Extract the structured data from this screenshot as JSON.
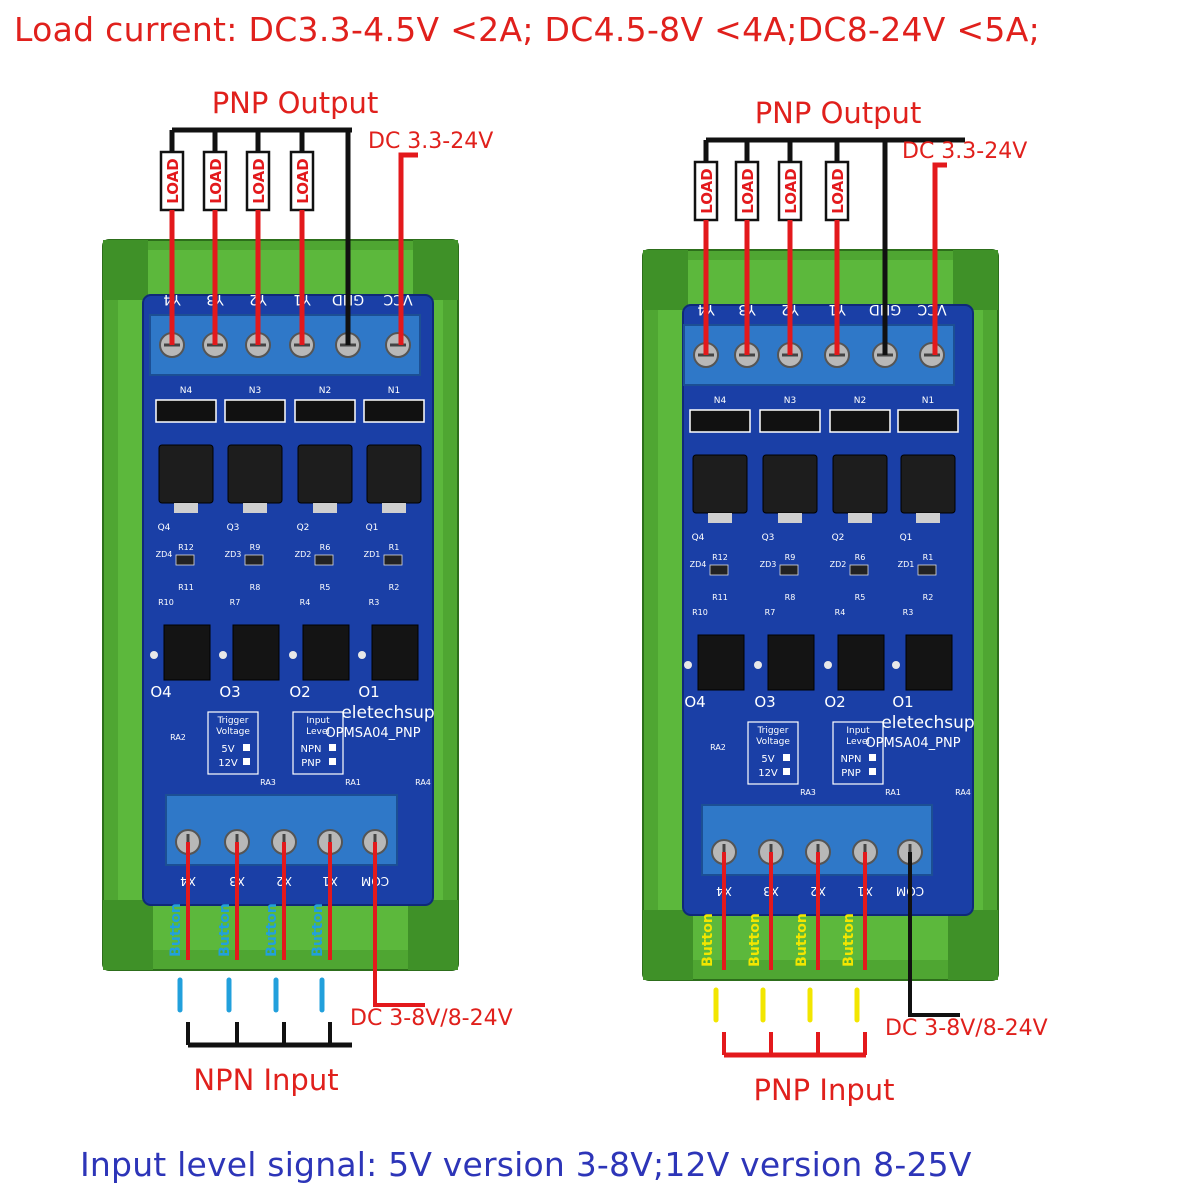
{
  "banners": {
    "load_current": "Load current: DC3.3-4.5V <2A; DC4.5-8V <4A;DC8-24V <5A;",
    "input_level": "Input level signal: 5V version 3-8V;12V version 8-25V"
  },
  "colors": {
    "red_wire": "#e3191c",
    "black_wire": "#111111",
    "blue_wire": "#22a0dc",
    "yellow_wire": "#f2e600",
    "enclosure_green": "#4fa632",
    "pcb_blue": "#1a3fa6",
    "terminal_blue": "#2f78c8",
    "label_red": "#e0201c",
    "label_blue": "#2d35b8"
  },
  "panels": [
    {
      "id": "npn",
      "output_title": "PNP Output",
      "supply_label": "DC 3.3-24V",
      "load_labels": [
        "LOAD",
        "LOAD",
        "LOAD",
        "LOAD"
      ],
      "top_terminals": [
        "Y4",
        "Y3",
        "Y2",
        "Y1",
        "GND",
        "VCC"
      ],
      "mosfet_silk": [
        "N4",
        "N3",
        "N2",
        "N1"
      ],
      "transistor_silk": [
        "Q4",
        "Q3",
        "Q2",
        "Q1"
      ],
      "diode_silk": [
        "ZD4",
        "ZD3",
        "ZD2",
        "ZD1"
      ],
      "resistor_silk": [
        "R12",
        "R9",
        "R6",
        "R1",
        "R11",
        "R8",
        "R5",
        "R2",
        "R10",
        "R7",
        "R4",
        "R3"
      ],
      "opto_silk": [
        "O4",
        "O3",
        "O2",
        "O1"
      ],
      "brand": "eletechsup",
      "model": "OPMSA04_PNP",
      "trigger_box": {
        "title": "Trigger Voltage",
        "options": [
          "5V",
          "12V"
        ]
      },
      "input_box": {
        "title": "Input Level",
        "options": [
          "NPN",
          "PNP"
        ]
      },
      "array_silk": [
        "RA2",
        "RA3",
        "RA1",
        "RA4"
      ],
      "bottom_terminals": [
        "X4",
        "X3",
        "X2",
        "X1",
        "COM"
      ],
      "button_labels": [
        "Button",
        "Button",
        "Button",
        "Button"
      ],
      "button_color": "blue",
      "input_supply_label": "DC 3-8V/8-24V",
      "input_title": "NPN Input"
    },
    {
      "id": "pnp",
      "output_title": "PNP Output",
      "supply_label": "DC 3.3-24V",
      "load_labels": [
        "LOAD",
        "LOAD",
        "LOAD",
        "LOAD"
      ],
      "top_terminals": [
        "Y4",
        "Y3",
        "Y2",
        "Y1",
        "GND",
        "VCC"
      ],
      "mosfet_silk": [
        "N4",
        "N3",
        "N2",
        "N1"
      ],
      "transistor_silk": [
        "Q4",
        "Q3",
        "Q2",
        "Q1"
      ],
      "diode_silk": [
        "ZD4",
        "ZD3",
        "ZD2",
        "ZD1"
      ],
      "resistor_silk": [
        "R12",
        "R9",
        "R6",
        "R1",
        "R11",
        "R8",
        "R5",
        "R2",
        "R10",
        "R7",
        "R4",
        "R3"
      ],
      "opto_silk": [
        "O4",
        "O3",
        "O2",
        "O1"
      ],
      "brand": "eletechsup",
      "model": "OPMSA04_PNP",
      "trigger_box": {
        "title": "Trigger Voltage",
        "options": [
          "5V",
          "12V"
        ]
      },
      "input_box": {
        "title": "Input Level",
        "options": [
          "NPN",
          "PNP"
        ]
      },
      "array_silk": [
        "RA2",
        "RA3",
        "RA1",
        "RA4"
      ],
      "bottom_terminals": [
        "X4",
        "X3",
        "X2",
        "X1",
        "COM"
      ],
      "button_labels": [
        "Button",
        "Button",
        "Button",
        "Button"
      ],
      "button_color": "yellow",
      "input_supply_label": "DC 3-8V/8-24V",
      "input_title": "PNP Input"
    }
  ]
}
